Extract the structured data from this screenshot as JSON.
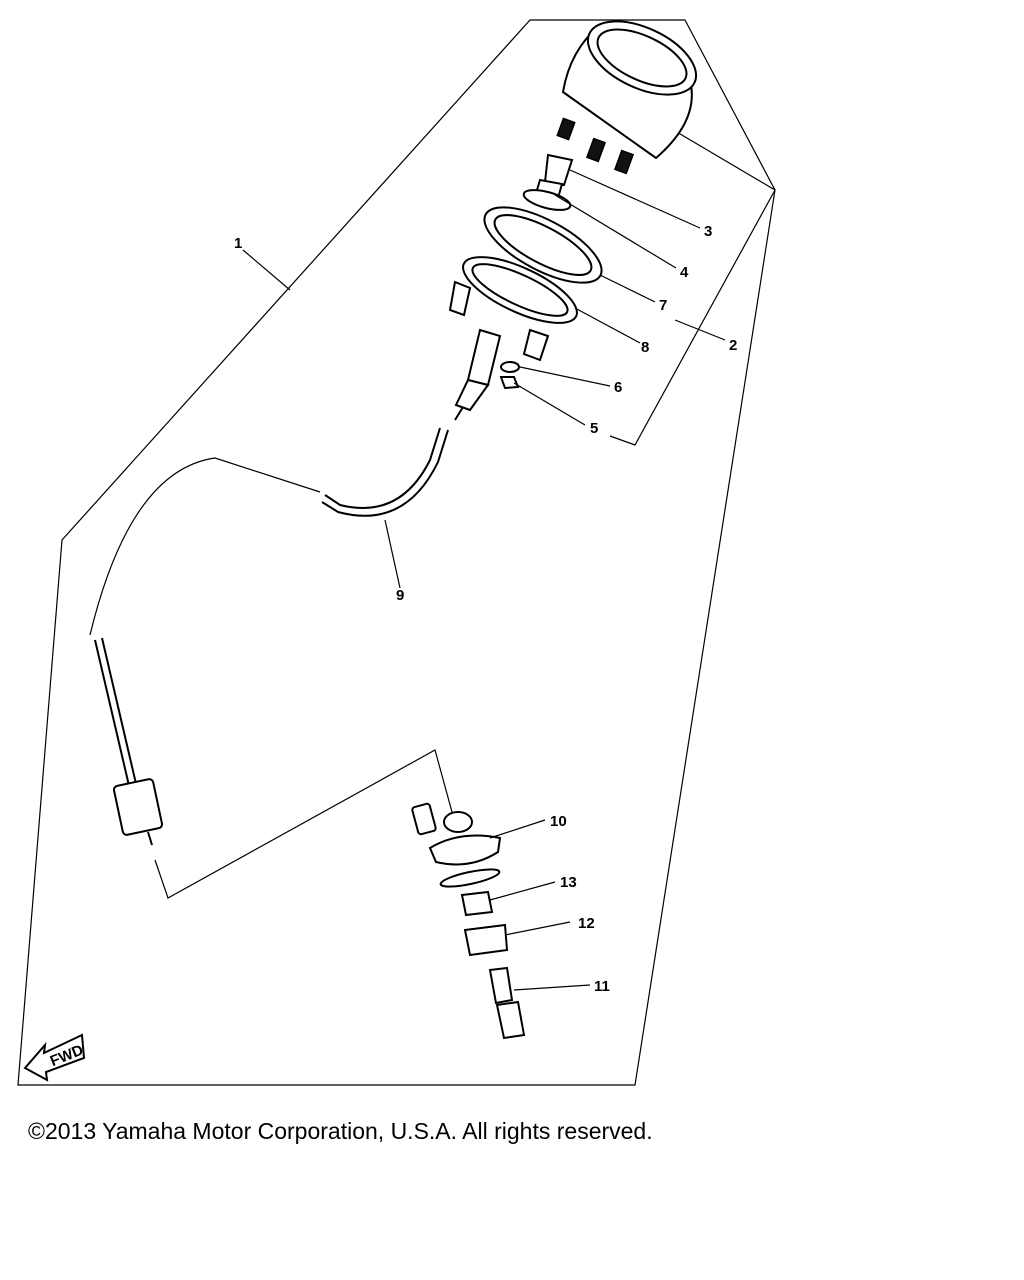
{
  "diagram": {
    "callouts": {
      "c1": "1",
      "c2": "2",
      "c3": "3",
      "c4": "4",
      "c5": "5",
      "c6": "6",
      "c7": "7",
      "c8": "8",
      "c9": "9",
      "c10": "10",
      "c11": "11",
      "c12": "12",
      "c13": "13"
    },
    "fwd_label": "FWD"
  },
  "footer": {
    "copyright": "©2013 Yamaha Motor Corporation, U.S.A. All rights reserved."
  }
}
